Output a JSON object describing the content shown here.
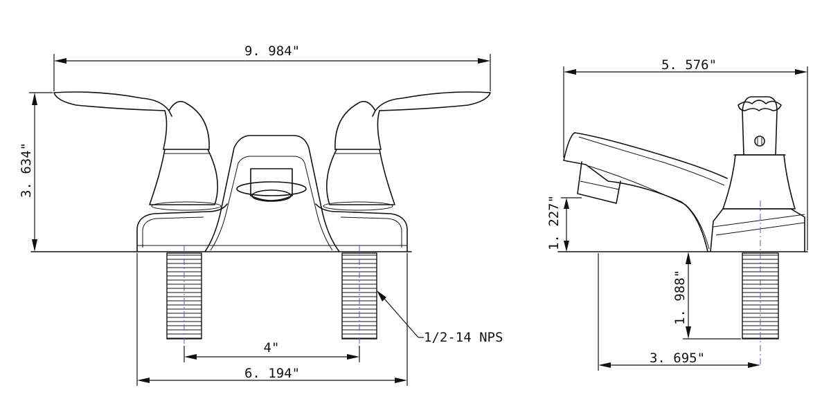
{
  "front_view": {
    "overall_width": "9. 984\"",
    "overall_height": "3. 634\"",
    "center_spacing": "4\"",
    "base_width": "6. 194\"",
    "thread_callout": "1/2-14 NPS"
  },
  "side_view": {
    "overall_depth": "5. 576\"",
    "spout_height": "1. 227\"",
    "shank_length": "1. 988\"",
    "spout_reach": "3. 695\""
  },
  "colors": {
    "line": "#111111",
    "centerline": "#4a5bc7"
  }
}
